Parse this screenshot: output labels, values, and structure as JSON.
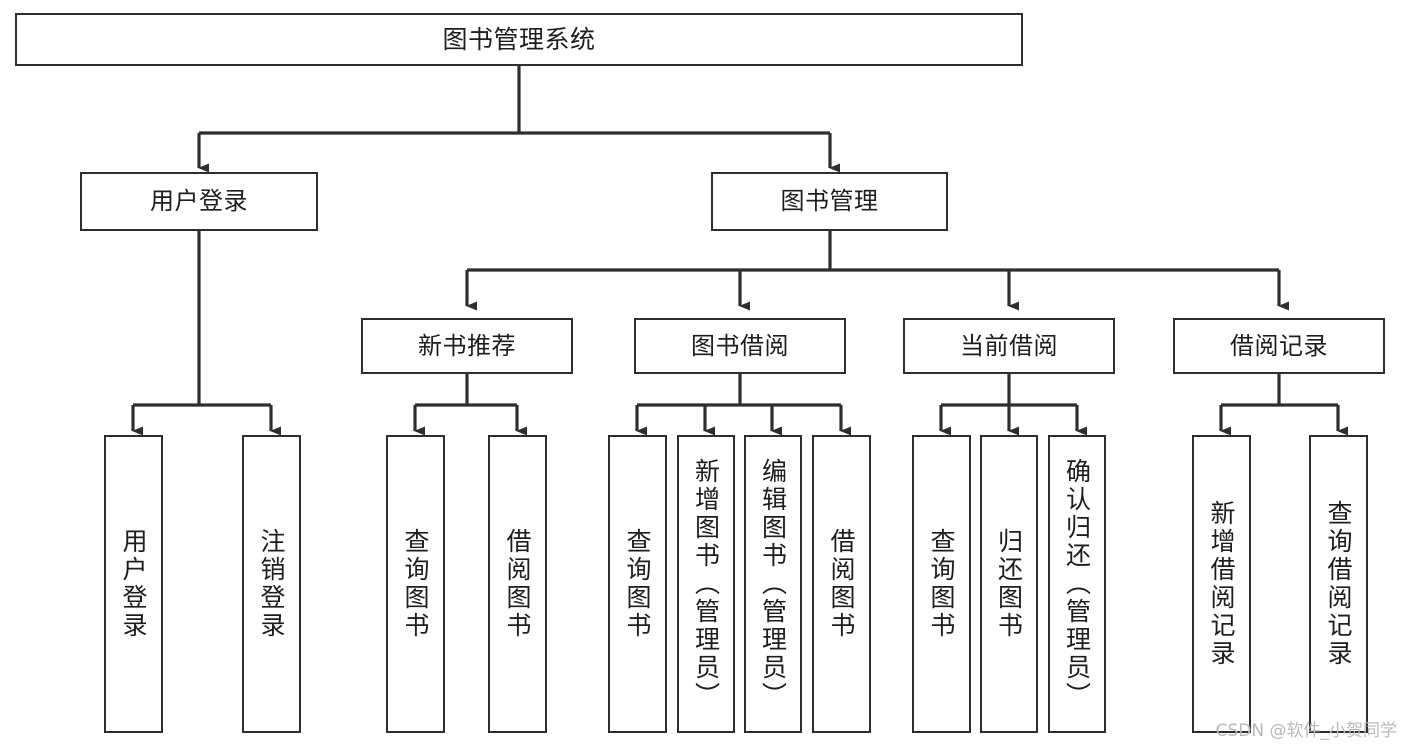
{
  "diagram": {
    "title": "图书管理系统",
    "watermark": "CSDN @软件_小贺同学",
    "line_color": "#2e2e2e",
    "box_fill": "#ffffff",
    "text_color": "#1d1d1d",
    "watermark_color": "#b9b9b9",
    "type": "tree-hierarchy",
    "root": {
      "label": "图书管理系统",
      "children": [
        {
          "label": "用户登录",
          "children": [
            {
              "label": "用户登录"
            },
            {
              "label": "注销登录"
            }
          ]
        },
        {
          "label": "图书管理",
          "children": [
            {
              "label": "新书推荐",
              "children": [
                {
                  "label": "查询图书"
                },
                {
                  "label": "借阅图书"
                }
              ]
            },
            {
              "label": "图书借阅",
              "children": [
                {
                  "label": "查询图书"
                },
                {
                  "label": "新增图书（管理员）"
                },
                {
                  "label": "编辑图书（管理员）"
                },
                {
                  "label": "借阅图书"
                }
              ]
            },
            {
              "label": "当前借阅",
              "children": [
                {
                  "label": "查询图书"
                },
                {
                  "label": "归还图书"
                },
                {
                  "label": "确认归还（管理员）"
                }
              ]
            },
            {
              "label": "借阅记录",
              "children": [
                {
                  "label": "新增借阅记录"
                },
                {
                  "label": "查询借阅记录"
                }
              ]
            }
          ]
        }
      ]
    },
    "nodes": {
      "root": "图书管理系统",
      "l1_user_login": "用户登录",
      "l1_book_manage": "图书管理",
      "l2_new_book": "新书推荐",
      "l2_borrow": "图书借阅",
      "l2_current": "当前借阅",
      "l2_record": "借阅记录",
      "leaf_user_login": "用户登录",
      "leaf_logout": "注销登录",
      "leaf_nb_query": "查询图书",
      "leaf_nb_borrow": "借阅图书",
      "leaf_bb_query": "查询图书",
      "leaf_bb_add": "新增图书（管理员）",
      "leaf_bb_edit": "编辑图书（管理员）",
      "leaf_bb_borrow": "借阅图书",
      "leaf_cb_query": "查询图书",
      "leaf_cb_return": "归还图书",
      "leaf_cb_confirm": "确认归还（管理员）",
      "leaf_rec_add": "新增借阅记录",
      "leaf_rec_query": "查询借阅记录"
    }
  }
}
